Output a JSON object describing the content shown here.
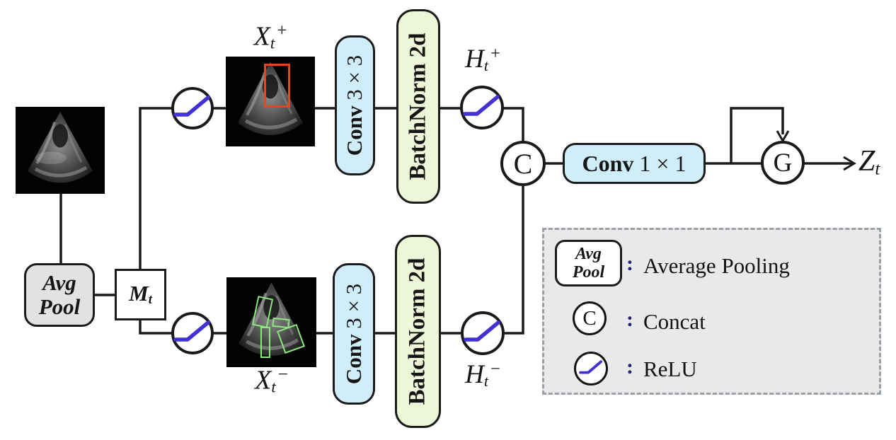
{
  "colors": {
    "line": "#1a1a1a",
    "conv_fill": "#d0eefa",
    "batchnorm_fill": "#edf6d7",
    "avgpool_fill": "#e2e2e2",
    "legend_bg": "#e9e9e9",
    "legend_border": "#99a0a7",
    "relu_blue": "#4331d6",
    "roi_red": "#df491d",
    "roi_green": "#8be87d",
    "colon": "#23216e"
  },
  "nodes": {
    "avgpool": {
      "line1": "Avg",
      "line2": "Pool"
    },
    "mask": {
      "base": "M",
      "sub": "t"
    },
    "conv3x3": {
      "name": "Conv",
      "size": "3 × 3"
    },
    "batchnorm2d": "BatchNorm 2d",
    "conv1x1": {
      "name": "Conv",
      "size": "1 × 1"
    },
    "concat": "C",
    "gate": "G"
  },
  "labels": {
    "x_pos": {
      "base": "X",
      "sub": "t",
      "sup": "+"
    },
    "x_neg": {
      "base": "X",
      "sub": "t",
      "sup": "−"
    },
    "h_pos": {
      "base": "H",
      "sub": "t",
      "sup": "+"
    },
    "h_neg": {
      "base": "H",
      "sub": "t",
      "sup": "−"
    },
    "z_out": {
      "base": "Z",
      "sub": "t"
    }
  },
  "legend": {
    "colon": ":",
    "avgpool_icon": {
      "line1": "Avg",
      "line2": "Pool"
    },
    "concat_icon": "C",
    "items": [
      {
        "label": "Average Pooling"
      },
      {
        "label": "Concat"
      },
      {
        "label": "ReLU"
      }
    ]
  }
}
